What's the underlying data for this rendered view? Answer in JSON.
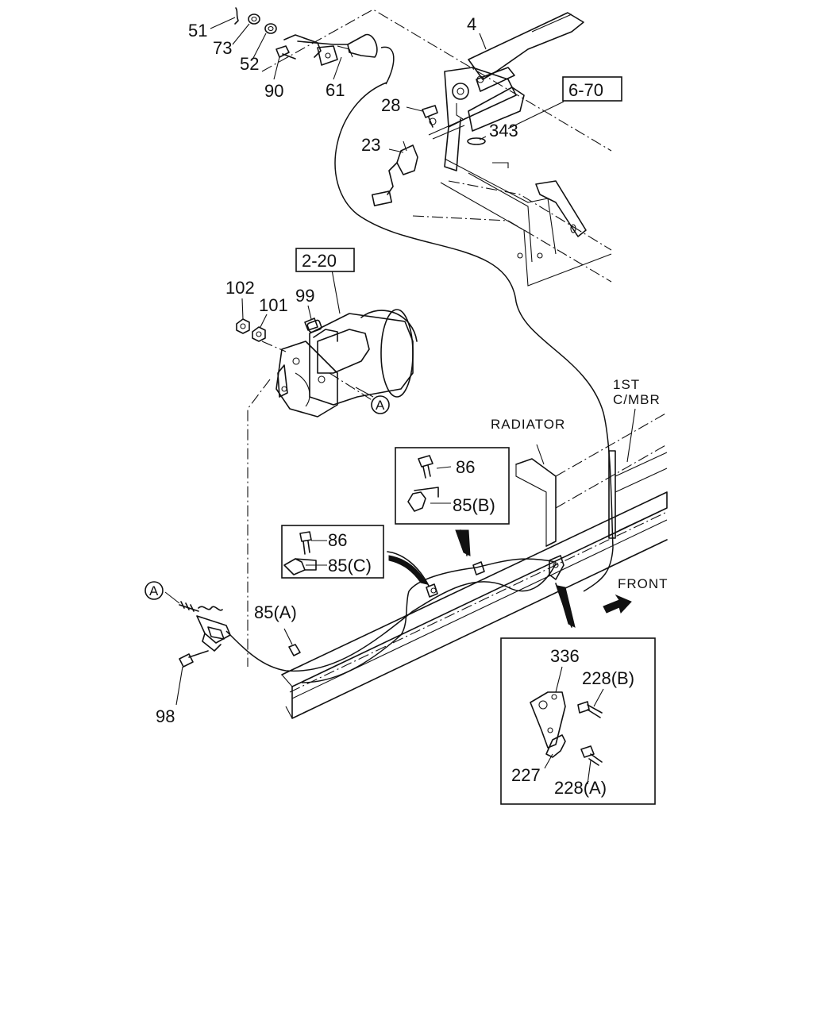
{
  "diagram": {
    "callouts": {
      "p51": "51",
      "p73": "73",
      "p52": "52",
      "p90": "90",
      "p61": "61",
      "p4": "4",
      "p28": "28",
      "p343": "343",
      "p23": "23",
      "p102": "102",
      "p101": "101",
      "p99": "99",
      "p86_top": "86",
      "p85b": "85(B)",
      "p86_mid": "86",
      "p85c": "85(C)",
      "p85a": "85(A)",
      "p98": "98",
      "p336": "336",
      "p228b": "228(B)",
      "p227": "227",
      "p228a": "228(A)"
    },
    "refs": {
      "r670": "6-70",
      "r220": "2-20"
    },
    "markers": {
      "a_trans": "A",
      "a_cable": "A"
    },
    "notes": {
      "radiator": "RADIATOR",
      "first_cmbr_1": "1ST",
      "first_cmbr_2": "C/MBR",
      "front": "FRONT"
    }
  }
}
